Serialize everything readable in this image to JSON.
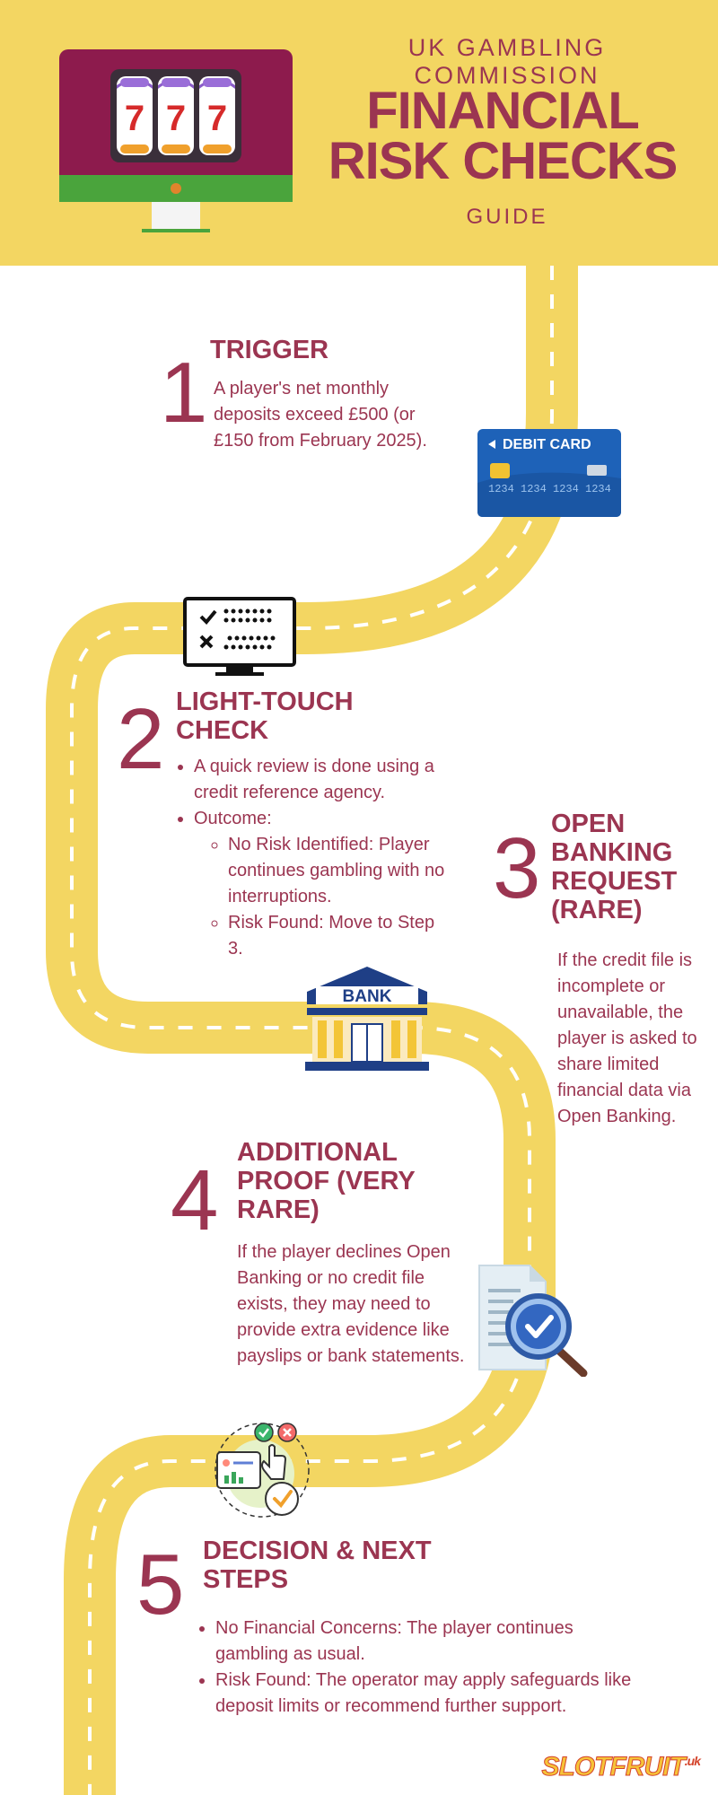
{
  "header": {
    "organization": "UK GAMBLING COMMISSION",
    "title_line1": "FINANCIAL",
    "title_line2": "RISK CHECKS",
    "subtitle": "GUIDE",
    "slot_digits": [
      "7",
      "7",
      "7"
    ]
  },
  "colors": {
    "header_bg": "#f3d662",
    "brand_maroon": "#9b3551",
    "road": "#f3d662",
    "road_dash": "#ffffff"
  },
  "steps": {
    "s1": {
      "number": "1",
      "title": "TRIGGER",
      "text": "A player's net monthly deposits exceed £500 (or £150 from February 2025)."
    },
    "s2": {
      "number": "2",
      "title_line1": "LIGHT-TOUCH",
      "title_line2": "CHECK",
      "bullet1": "A quick review is done using a credit reference agency.",
      "bullet2": "Outcome:",
      "sub1": "No Risk Identified: Player continues gambling with no interruptions.",
      "sub2": "Risk Found: Move to Step 3."
    },
    "s3": {
      "number": "3",
      "title_line1": "OPEN",
      "title_line2": "BANKING",
      "title_line3": "REQUEST",
      "title_line4": "(RARE)",
      "text": "If the credit file is incomplete or unavailable, the player is asked to share limited financial data via Open Banking."
    },
    "s4": {
      "number": "4",
      "title_line1": "ADDITIONAL",
      "title_line2": "PROOF (VERY",
      "title_line3": "RARE)",
      "text": "If the player declines Open Banking or no credit file exists, they may need to provide extra evidence like payslips or bank statements."
    },
    "s5": {
      "number": "5",
      "title_line1": "DECISION & NEXT",
      "title_line2": "STEPS",
      "bullet1": "No Financial Concerns: The player continues gambling as usual.",
      "bullet2": "Risk Found: The operator may apply safeguards like deposit limits or recommend further support."
    }
  },
  "icons": {
    "card_label": "DEBIT CARD",
    "card_number": "1234 1234 1234 1234",
    "bank_label": "BANK"
  },
  "logo": {
    "text": "SLOTFRUIT",
    "suffix": ".uk"
  }
}
